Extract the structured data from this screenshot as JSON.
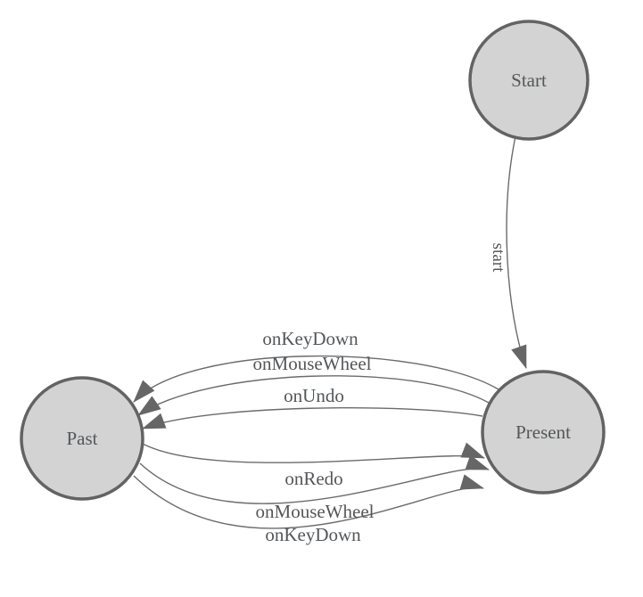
{
  "diagram": {
    "background": "#ffffff",
    "colors": {
      "node_fill": "#d3d3d3",
      "node_border": "#636363",
      "edge_line": "#6b6b6b",
      "arrowhead": "#666666",
      "text": "#54575a"
    },
    "nodes": [
      {
        "id": "start",
        "label": "Start"
      },
      {
        "id": "present",
        "label": "Present"
      },
      {
        "id": "past",
        "label": "Past"
      }
    ],
    "edges": [
      {
        "from": "Start",
        "to": "Present",
        "label": "start"
      },
      {
        "from": "Present",
        "to": "Past",
        "label": "onKeyDown"
      },
      {
        "from": "Present",
        "to": "Past",
        "label": "onMouseWheel"
      },
      {
        "from": "Present",
        "to": "Past",
        "label": "onUndo"
      },
      {
        "from": "Past",
        "to": "Present",
        "label": "onRedo"
      },
      {
        "from": "Past",
        "to": "Present",
        "label": "onMouseWheel"
      },
      {
        "from": "Past",
        "to": "Present",
        "label": "onKeyDown"
      }
    ]
  }
}
